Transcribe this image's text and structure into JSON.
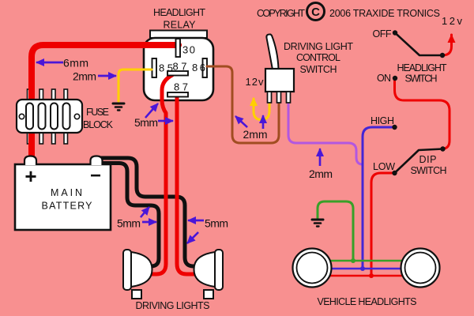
{
  "colors": {
    "background": "#f89090",
    "red": "#ee0000",
    "black": "#101010",
    "yellow": "#ffd000",
    "brown": "#a14d21",
    "purple": "#b257e0",
    "blue": "#4326d6",
    "green": "#38a028",
    "gauge": "#4a16d8"
  },
  "copyright": {
    "word": "COPYRIGHT",
    "symbol": "C",
    "rest": "2006 TRAXIDE TRONICS"
  },
  "relay": {
    "title1": "HEADLIGHT",
    "title2": "RELAY",
    "pin30": "30",
    "pin85": "85",
    "pin87": "87",
    "pin86": "86",
    "pin87b": "87"
  },
  "fuse_block": {
    "title1": "FUSE",
    "title2": "BLOCK"
  },
  "battery": {
    "title1": "MAIN",
    "title2": "BATTERY",
    "positive": "+",
    "negative": "−"
  },
  "control_switch": {
    "title1": "DRIVING LIGHT",
    "title2": "CONTROL",
    "title3": "SWITCH",
    "supply_label": "12v"
  },
  "headlight_switch": {
    "title1": "HEADLIGHT",
    "title2": "SWITCH",
    "off": "OFF",
    "on": "ON",
    "supply_label": "12v"
  },
  "dip_switch": {
    "title1": "DIP",
    "title2": "SWITCH",
    "high": "HIGH",
    "low": "LOW"
  },
  "driving_lights": {
    "title": "DRIVING LIGHTS"
  },
  "vehicle_headlights": {
    "title": "VEHICLE HEADLIGHTS"
  },
  "gauges": {
    "mm6": "6mm",
    "mm2": "2mm",
    "mm5": "5mm"
  }
}
